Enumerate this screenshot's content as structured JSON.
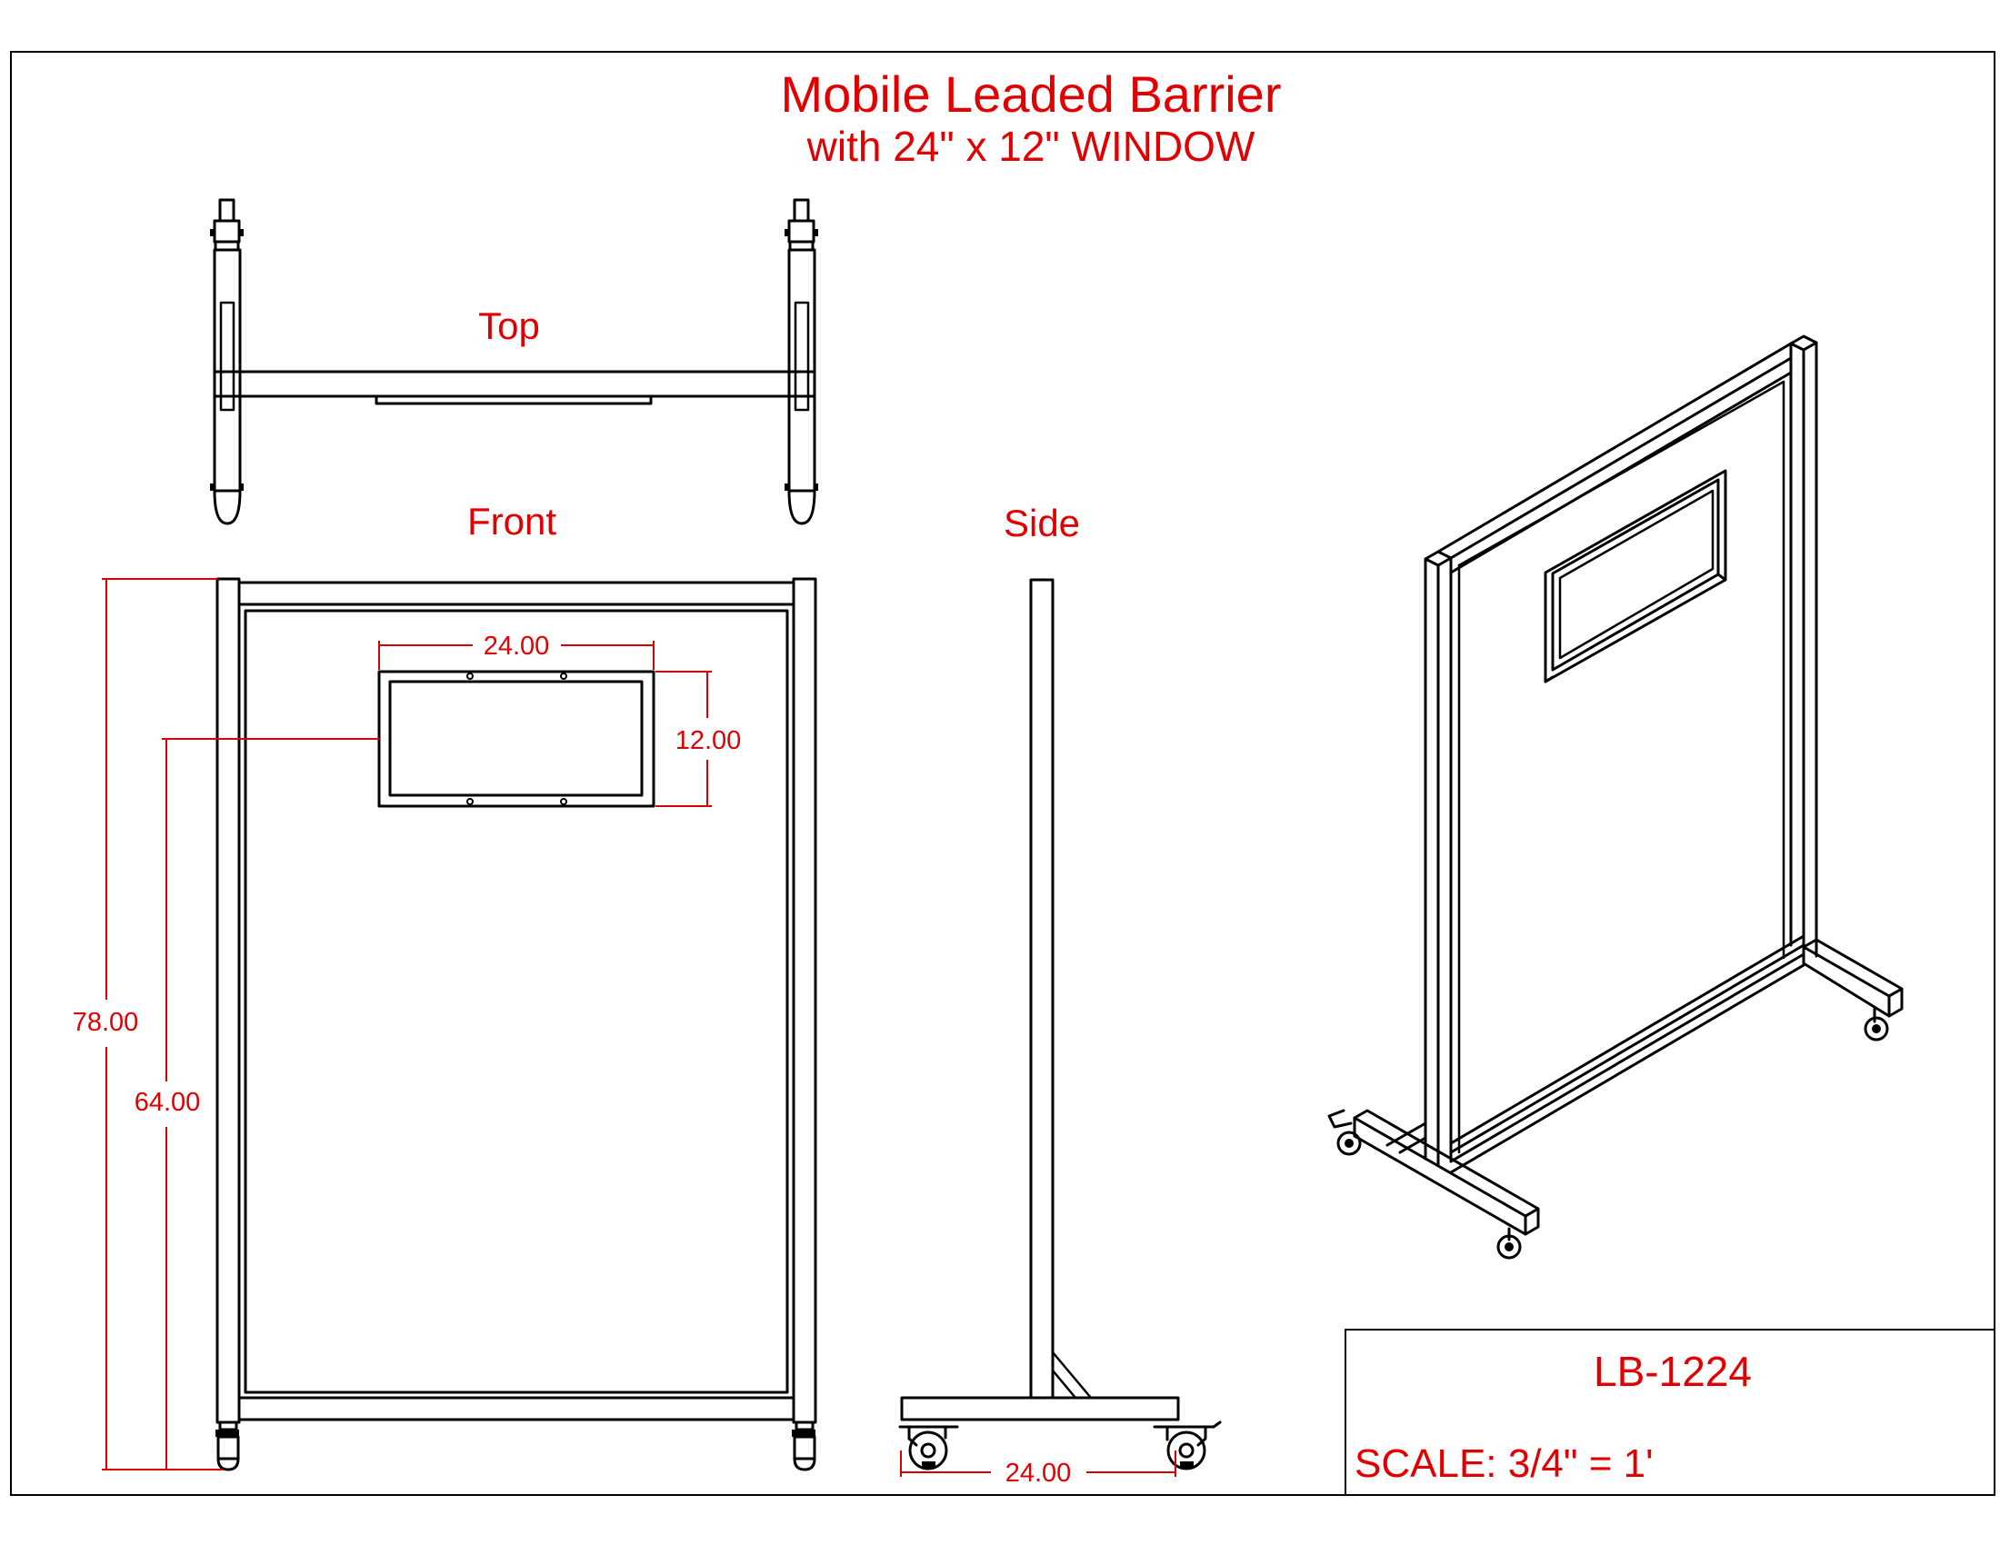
{
  "title": "Mobile Leaded Barrier",
  "subtitle": "with 24\" x 12\" WINDOW",
  "views": {
    "top": "Top",
    "front": "Front",
    "side": "Side"
  },
  "dimensions": {
    "window_width": "24.00",
    "window_height": "12.00",
    "overall_height": "78.00",
    "window_height_from_floor": "64.00",
    "base_depth": "24.00"
  },
  "title_block": {
    "part_number": "LB-1224",
    "scale": "SCALE: 3/4\" = 1'"
  },
  "colors": {
    "annotation": "#e00000",
    "linework": "#000000"
  }
}
